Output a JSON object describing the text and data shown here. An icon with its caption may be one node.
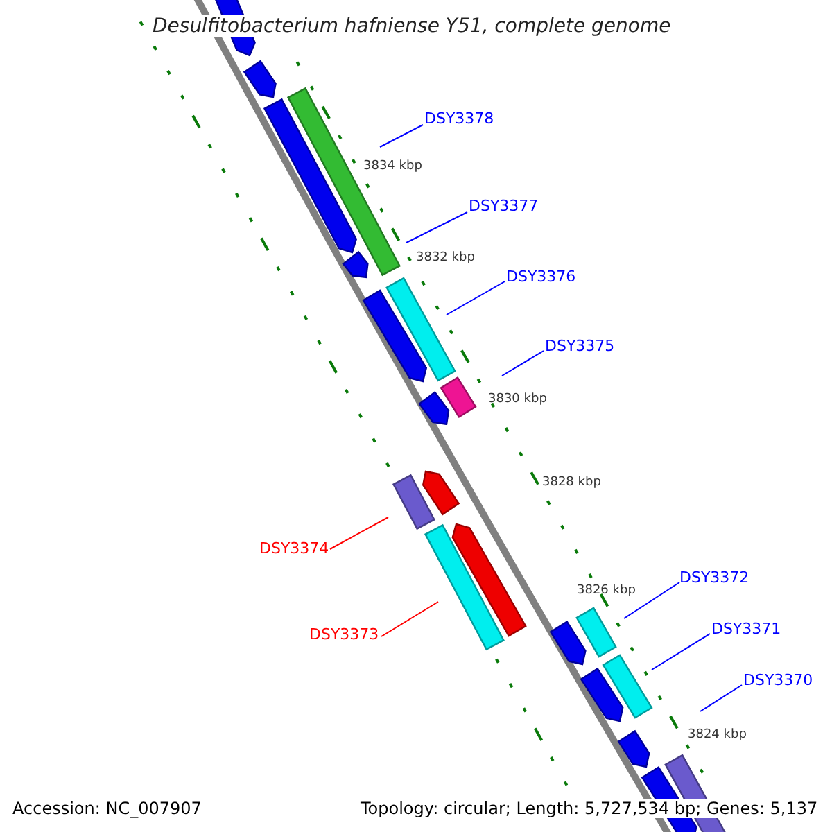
{
  "diagram": {
    "title": "Desulfitobacterium hafniense Y51, complete genome",
    "nodes": [
      {
        "text": [
          "DSY3378"
        ]
      },
      {
        "text": [
          "DSY3377"
        ]
      },
      {
        "text": [
          "DSY3376"
        ]
      },
      {
        "text": [
          "DSY3375"
        ]
      },
      {
        "text": [
          "DSY3374"
        ]
      },
      {
        "text": [
          "DSY3373"
        ]
      },
      {
        "text": [
          "DSY3372"
        ]
      },
      {
        "text": [
          "DSY3371"
        ]
      },
      {
        "text": [
          "DSY3370"
        ]
      }
    ],
    "edges": [
      {
        "from": 0,
        "to": null,
        "arrow": "none"
      },
      {
        "from": 1,
        "to": null,
        "arrow": "none"
      },
      {
        "from": 2,
        "to": null,
        "arrow": "none"
      },
      {
        "from": 3,
        "to": null,
        "arrow": "none"
      },
      {
        "from": 4,
        "to": null,
        "arrow": "none",
        "color": "#ff0000"
      },
      {
        "from": 5,
        "to": null,
        "arrow": "none",
        "color": "#ff0000"
      },
      {
        "from": 6,
        "to": null,
        "arrow": "none"
      },
      {
        "from": 7,
        "to": null,
        "arrow": "none"
      },
      {
        "from": 8,
        "to": null,
        "arrow": "none"
      }
    ],
    "labels": [
      "3834 kbp",
      "3832 kbp",
      "3830 kbp",
      "3828 kbp",
      "3826 kbp",
      "3824 kbp",
      "Accession: NC_007907",
      "Topology: circular; Length: 5,727,534 bp; Genes: 5,137"
    ]
  }
}
